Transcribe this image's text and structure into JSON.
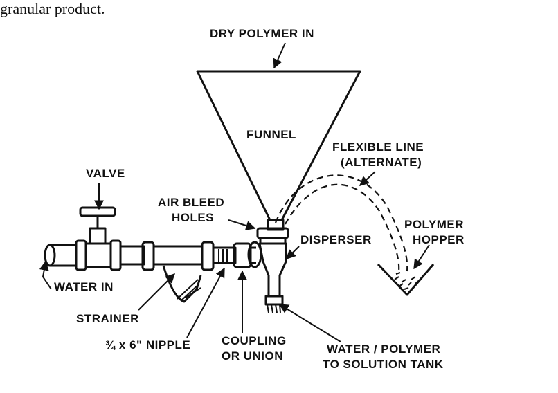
{
  "caption": "granular product.",
  "labels": {
    "dry_polymer_in": "DRY POLYMER IN",
    "funnel": "FUNNEL",
    "flexible_line_1": "FLEXIBLE LINE",
    "flexible_line_2": "(ALTERNATE)",
    "valve": "VALVE",
    "air_bleed_1": "AIR BLEED",
    "air_bleed_2": "HOLES",
    "disperser": "DISPERSER",
    "polymer_hopper_1": "POLYMER",
    "polymer_hopper_2": "HOPPER",
    "water_in": "WATER IN",
    "strainer": "STRAINER",
    "nipple": "¾ x 6\"  NIPPLE",
    "coupling_1": "COUPLING",
    "coupling_2": "OR UNION",
    "outlet_1": "WATER / POLYMER",
    "outlet_2": "TO SOLUTION TANK"
  }
}
